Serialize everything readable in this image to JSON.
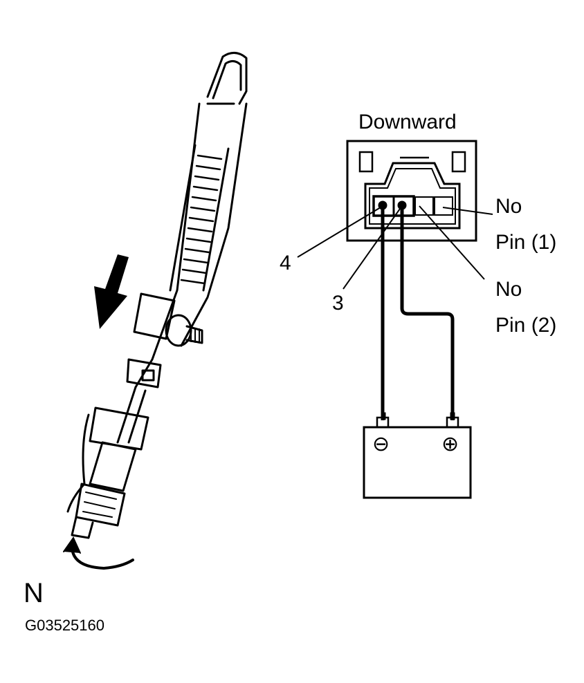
{
  "connector_label": "Downward",
  "callouts": {
    "terminal_4": "4",
    "terminal_3": "3",
    "no_pin_1_line1": "No",
    "no_pin_1_line2": "Pin (1)",
    "no_pin_2_line1": "No",
    "no_pin_2_line2": "Pin (2)"
  },
  "battery": {
    "negative_symbol": "⊖",
    "positive_symbol": "⊕"
  },
  "direction_letter": "N",
  "figure_code": "G03525160",
  "icons": [
    "downward-arrow-icon",
    "rotation-arrow-icon"
  ],
  "line_color": "#000000",
  "background_color": "#ffffff"
}
